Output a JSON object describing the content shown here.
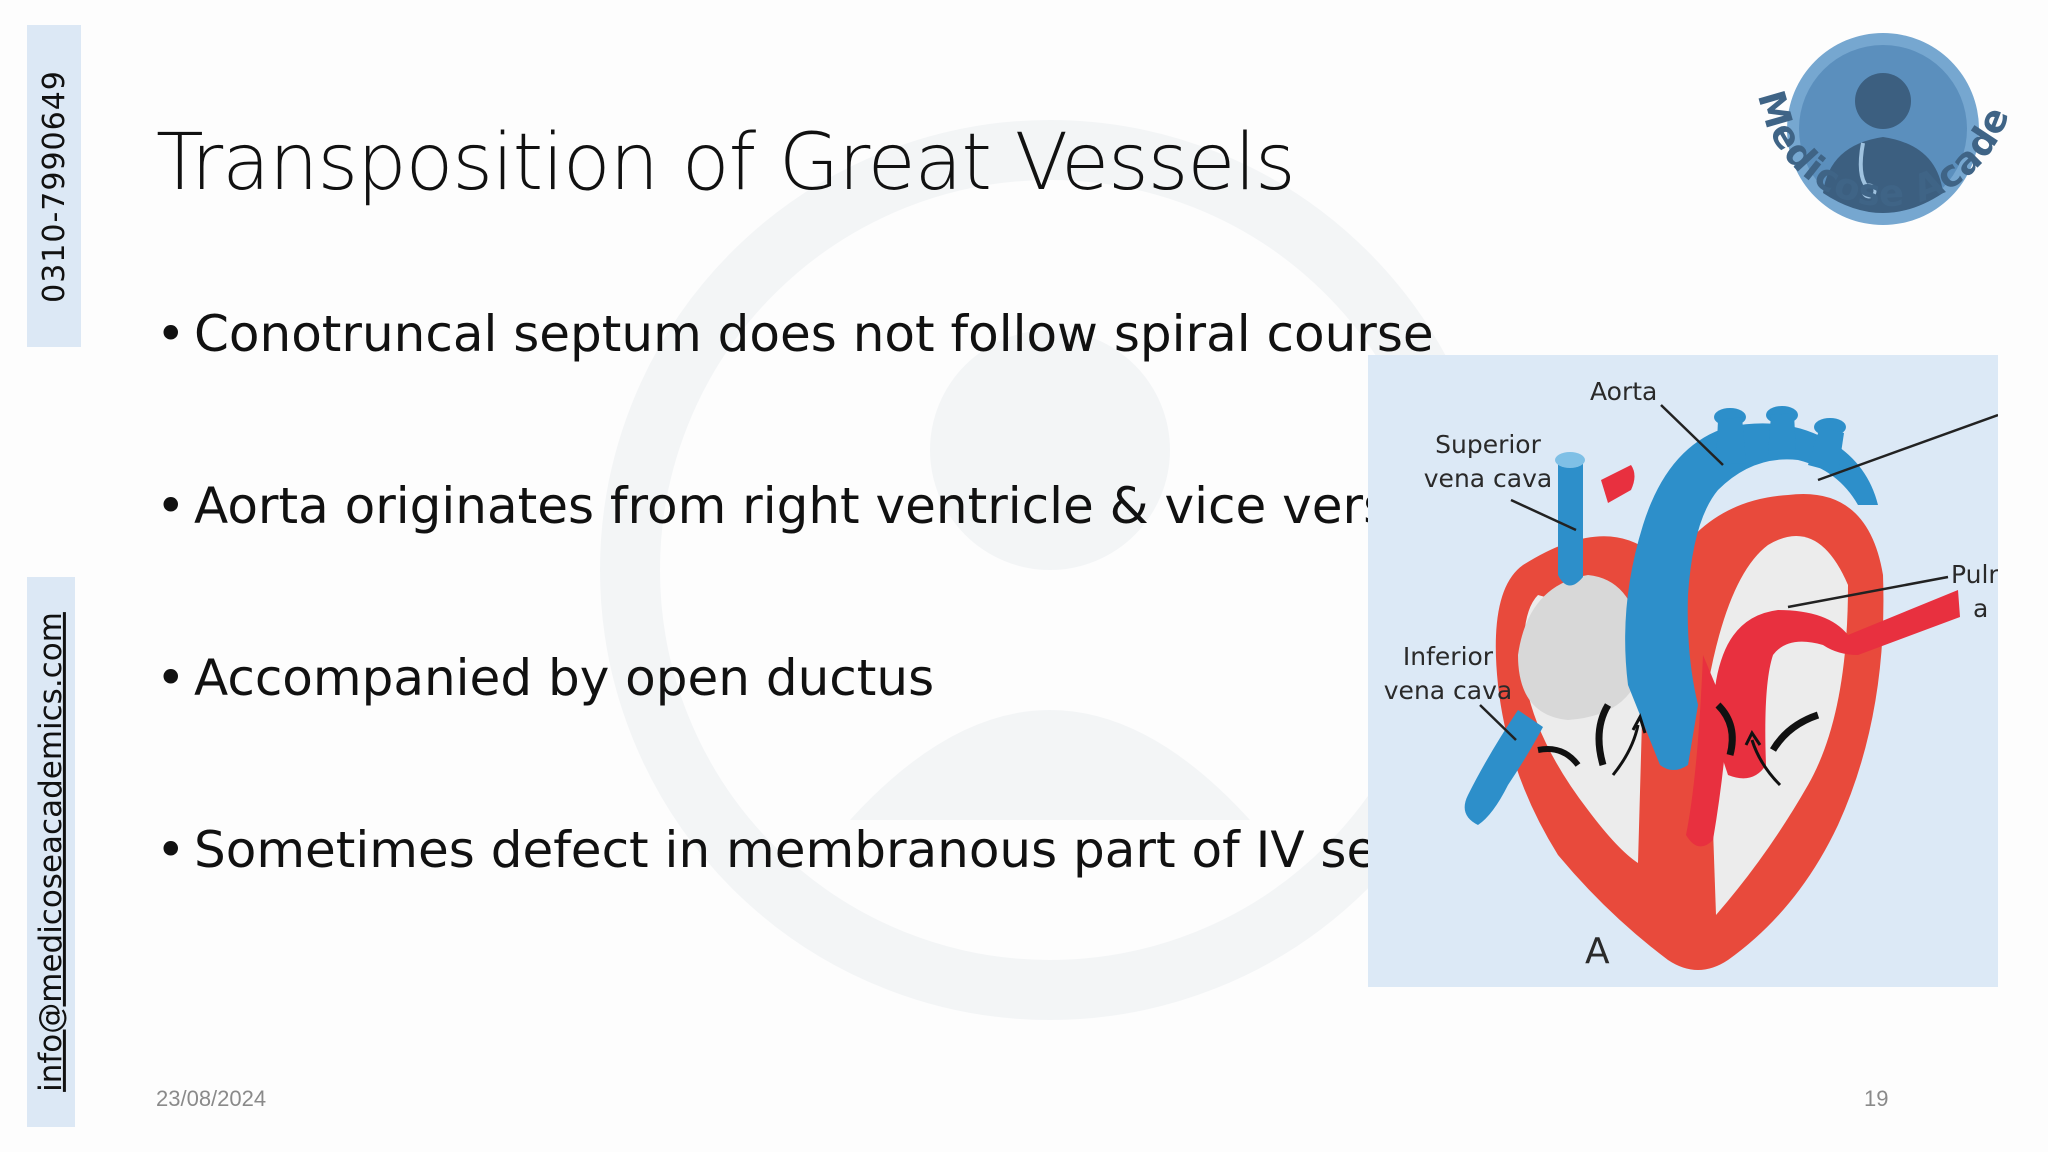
{
  "sidebar": {
    "phone": "0310-7990649",
    "email": "info@medicoseacademics.com"
  },
  "logo": {
    "text": "Medicose Academics",
    "icon": "doctor-avatar-icon"
  },
  "title": "Transposition of Great Vessels",
  "bullets": [
    "Conotruncal septum does not follow spiral course",
    "Aorta originates from right ventricle & vice versa",
    "Accompanied by open ductus",
    "Sometimes defect in membranous part of IV septum"
  ],
  "diagram": {
    "labels": {
      "aorta": "Aorta",
      "svc_line1": "Superior",
      "svc_line2": "vena cava",
      "ivc_line1": "Inferior",
      "ivc_line2": "vena cava",
      "pulm_line1": "Pulr",
      "pulm_line2": "a",
      "panel": "A"
    },
    "colors": {
      "arterial_red": "#e8303f",
      "venous_blue": "#2d8fca",
      "background": "#dce9f6"
    }
  },
  "footer": {
    "date": "23/08/2024",
    "page": "19"
  }
}
